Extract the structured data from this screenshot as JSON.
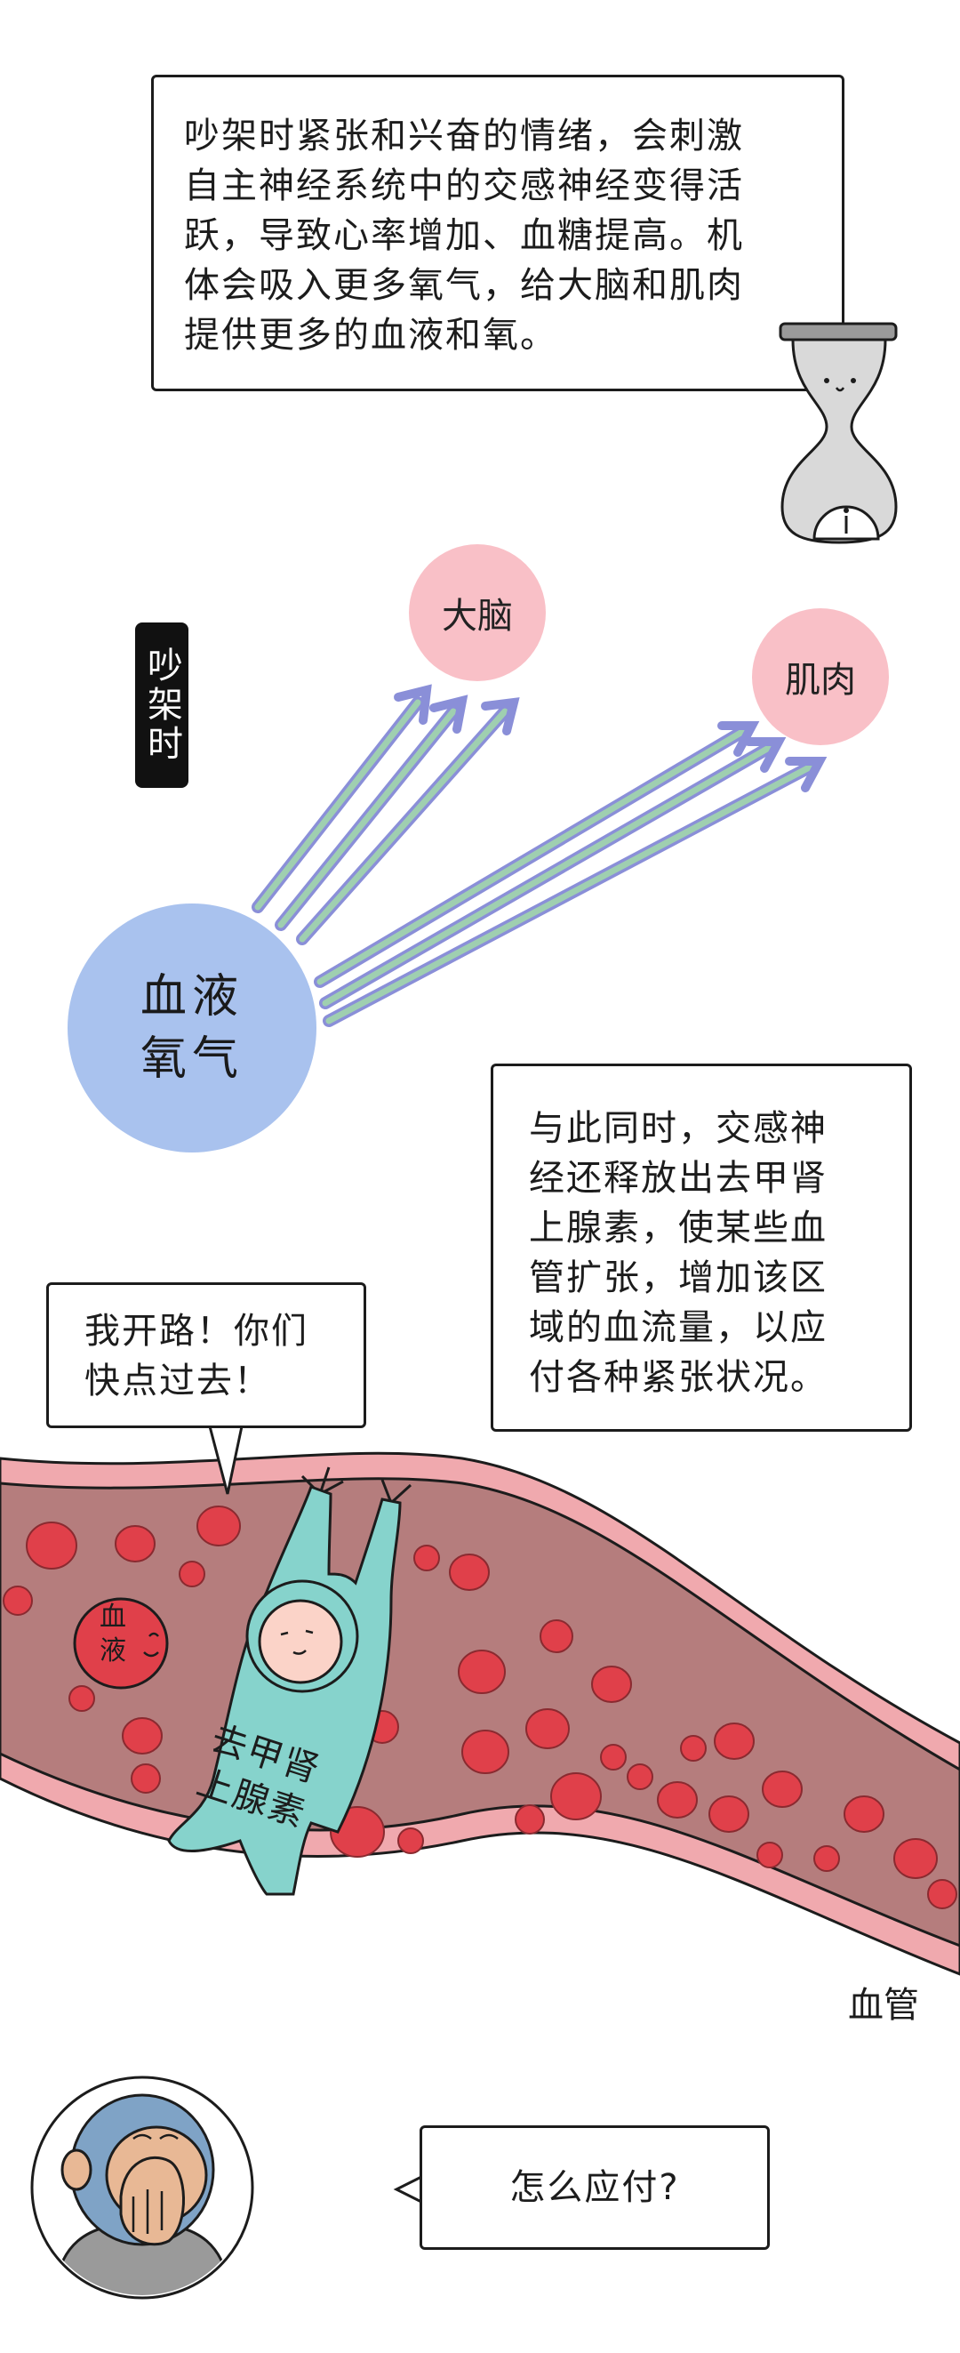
{
  "top_box": {
    "lines": [
      "吵架时紧张和兴奋的情绪，会刺激",
      "自主神经系统中的交感神经变得活",
      "跃，导致心率增加、血糖提高。机",
      "体会吸入更多氧气，给大脑和肌肉",
      "提供更多的血液和氧。"
    ]
  },
  "tag_label": "吵架时",
  "nodes": {
    "brain": "大脑",
    "muscle": "肌肉",
    "source_line1": "血液",
    "source_line2": "氧气"
  },
  "right_box": {
    "lines": [
      "与此同时，交感神",
      "经还释放出去甲肾",
      "上腺素，使某些血",
      "管扩张，增加该区",
      "域的血流量，以应",
      "付各种紧张状况。"
    ]
  },
  "speech": {
    "lines": [
      "我开路！你们",
      "快点过去！"
    ]
  },
  "blood_cell_label_1": "血",
  "blood_cell_label_2": "液",
  "character_label_line1": "去甲肾",
  "character_label_line2": "上腺素",
  "vessel_label": "血管",
  "question": "怎么应付?",
  "colors": {
    "pink_node": "#f9c0c7",
    "blue_node": "#a9c2ee",
    "vessel_wall": "#f0a9ae",
    "vessel_inner": "#b57d7d",
    "blood_cell": "#e0404a",
    "character": "#86d3cc",
    "arrow": "#9fc3a8"
  }
}
